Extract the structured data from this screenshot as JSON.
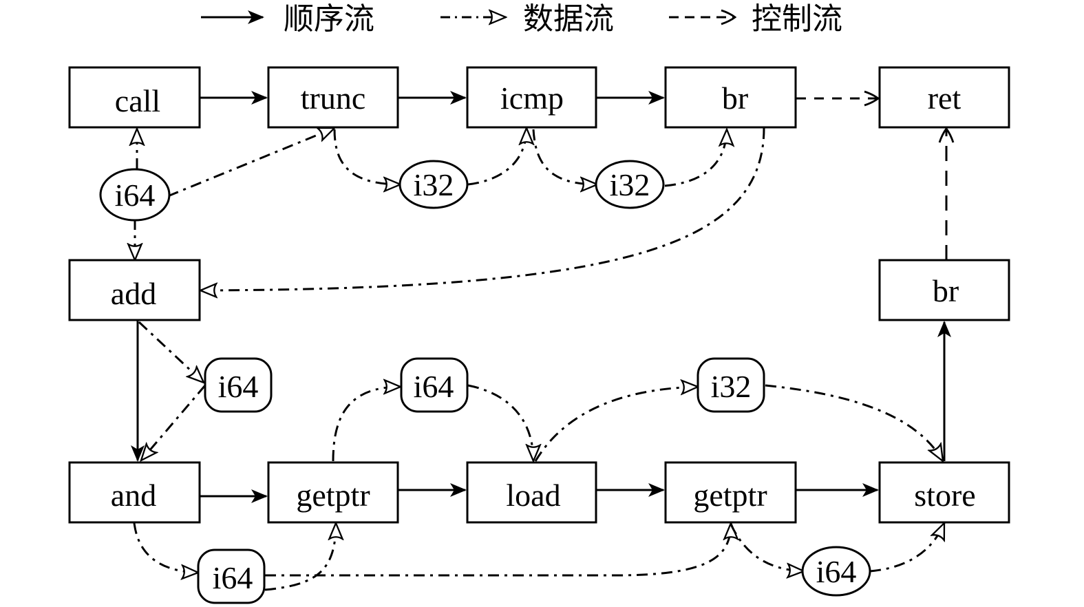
{
  "legend": [
    {
      "id": "seq",
      "label": "顺序流",
      "style": "solid"
    },
    {
      "id": "data",
      "label": "数据流",
      "style": "dashdot"
    },
    {
      "id": "ctrl",
      "label": "控制流",
      "style": "dashed"
    }
  ],
  "nodes": {
    "call": "call",
    "trunc": "trunc",
    "icmp": "icmp",
    "br1": "br",
    "ret": "ret",
    "add": "add",
    "br2": "br",
    "and": "and",
    "getptr1": "getptr",
    "load": "load",
    "getptr2": "getptr",
    "store": "store",
    "v_i64_a": "i64",
    "v_i32_a": "i32",
    "v_i32_b": "i32",
    "v_i64_b": "i64",
    "v_i64_c": "i64",
    "v_i32_c": "i32",
    "v_i64_d": "i64",
    "v_i64_e": "i64"
  },
  "edges": [
    {
      "from": "call",
      "to": "trunc",
      "type": "seq"
    },
    {
      "from": "trunc",
      "to": "icmp",
      "type": "seq"
    },
    {
      "from": "icmp",
      "to": "br1",
      "type": "seq"
    },
    {
      "from": "br1",
      "to": "ret",
      "type": "ctrl"
    },
    {
      "from": "br2",
      "to": "ret",
      "type": "ctrl"
    },
    {
      "from": "v_i64_a",
      "to": "call",
      "type": "data"
    },
    {
      "from": "v_i64_a",
      "to": "trunc",
      "type": "data"
    },
    {
      "from": "v_i64_a",
      "to": "add",
      "type": "data"
    },
    {
      "from": "trunc",
      "to": "v_i32_a",
      "type": "data"
    },
    {
      "from": "v_i32_a",
      "to": "icmp",
      "type": "data"
    },
    {
      "from": "icmp",
      "to": "v_i32_b",
      "type": "data"
    },
    {
      "from": "v_i32_b",
      "to": "br1",
      "type": "data"
    },
    {
      "from": "br1",
      "to": "add",
      "type": "data"
    },
    {
      "from": "add",
      "to": "and",
      "type": "seq"
    },
    {
      "from": "add",
      "to": "v_i64_b",
      "type": "data"
    },
    {
      "from": "v_i64_b",
      "to": "and",
      "type": "data"
    },
    {
      "from": "and",
      "to": "getptr1",
      "type": "seq"
    },
    {
      "from": "getptr1",
      "to": "load",
      "type": "seq"
    },
    {
      "from": "load",
      "to": "getptr2",
      "type": "seq"
    },
    {
      "from": "getptr2",
      "to": "store",
      "type": "seq"
    },
    {
      "from": "store",
      "to": "br2",
      "type": "seq"
    },
    {
      "from": "getptr1",
      "to": "v_i64_c",
      "type": "data"
    },
    {
      "from": "v_i64_c",
      "to": "load",
      "type": "data"
    },
    {
      "from": "load",
      "to": "v_i32_c",
      "type": "data"
    },
    {
      "from": "v_i32_c",
      "to": "store",
      "type": "data"
    },
    {
      "from": "and",
      "to": "v_i64_d",
      "type": "data"
    },
    {
      "from": "v_i64_d",
      "to": "getptr1",
      "type": "data"
    },
    {
      "from": "v_i64_d",
      "to": "getptr2",
      "type": "data"
    },
    {
      "from": "getptr2",
      "to": "v_i64_e",
      "type": "data"
    },
    {
      "from": "v_i64_e",
      "to": "store",
      "type": "data"
    }
  ]
}
